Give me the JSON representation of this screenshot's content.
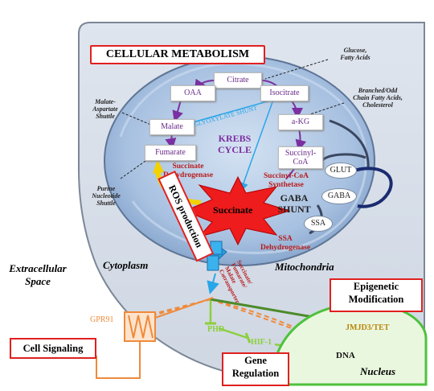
{
  "title": "CELLULAR METABOLISM",
  "compartments": {
    "extracellular": "Extracellular\nSpace",
    "cytoplasm": "Cytoplasm",
    "mitochondria": "Mitochondria",
    "nucleus": "Nucleus"
  },
  "krebs": {
    "label": "KREBS\nCYCLE",
    "nodes": {
      "citrate": "Citrate",
      "oaa": "OAA",
      "isocitrate": "Isocitrate",
      "malate": "Malate",
      "akg": "a-KG",
      "fumarate": "Fumarate",
      "succinyl_coa": "Succinyl-\nCoA"
    },
    "glyoxylate_shunt": "GLYOXYLATE SHUNT"
  },
  "gaba_shunt": {
    "label": "GABA\nSHUNT",
    "glut": "GLUT",
    "gaba": "GABA",
    "ssa": "SSA"
  },
  "enzymes": {
    "succinate_dehydrogenase": "Succinate\nDehydrogenase",
    "succinyl_coa_synthetase": "Succinyl-CoA\nSynthetase",
    "ssa_dehydrogenase": "SSA\nDehydrogenase"
  },
  "succinate": "Succinate",
  "ros_production": "ROS production",
  "transporter": "Succinate/\nFumarate/\nMalate\nCotransporter",
  "notes": {
    "glucose": "Glucose,\nFatty Acids",
    "branched": "Branched/Odd\nChain Fatty Acids,\nCholesterol",
    "malate_aspartate": "Malate-\nAspartate\nShuttle",
    "purine": "Purine\nNucleotide\nShuttle"
  },
  "signaling": {
    "gpr91": "GPR91",
    "phd": "PHD",
    "hif1": "HIF-1",
    "jmjd3": "JMJD3/TET",
    "dna": "DNA"
  },
  "boxes": {
    "epigenetic": "Epigenetic\nModification",
    "cell_signaling": "Cell Signaling",
    "gene_regulation": "Gene\nRegulation"
  },
  "colors": {
    "cell_fill": "#dde4ee",
    "mito_fill": "#a9c3e3",
    "krebs_cycle": "#7b2fa0",
    "red_accent": "#e02020",
    "green": "#8ccf3c",
    "orange": "#ef8a3a",
    "blue_arrow": "#2aa6e8"
  }
}
